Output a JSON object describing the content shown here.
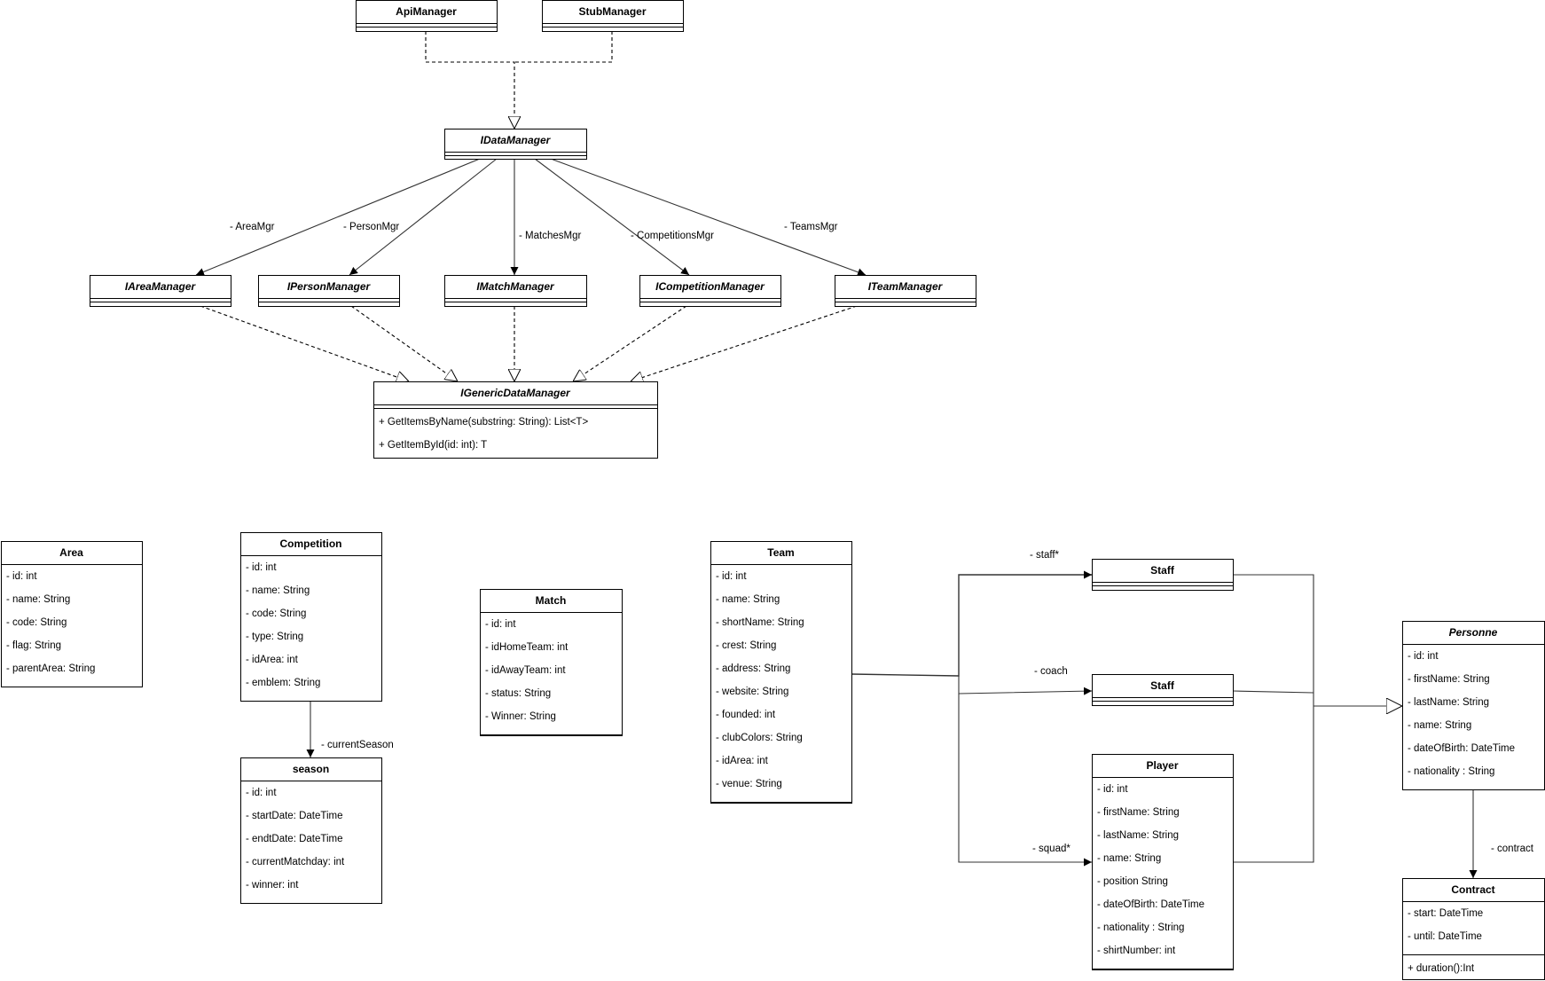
{
  "classes": [
    {
      "id": "ApiManager",
      "name": "ApiManager",
      "abstract": false,
      "attributes": [],
      "methods": []
    },
    {
      "id": "StubManager",
      "name": "StubManager",
      "abstract": false,
      "attributes": [],
      "methods": []
    },
    {
      "id": "IDataManager",
      "name": "IDataManager",
      "abstract": true,
      "attributes": [],
      "methods": []
    },
    {
      "id": "IAreaManager",
      "name": "IAreaManager",
      "abstract": true,
      "attributes": [],
      "methods": []
    },
    {
      "id": "IPersonManager",
      "name": "IPersonManager",
      "abstract": true,
      "attributes": [],
      "methods": []
    },
    {
      "id": "IMatchManager",
      "name": "IMatchManager",
      "abstract": true,
      "attributes": [],
      "methods": []
    },
    {
      "id": "ICompetitionManager",
      "name": "ICompetitionManager",
      "abstract": true,
      "attributes": [],
      "methods": []
    },
    {
      "id": "ITeamManager",
      "name": "ITeamManager",
      "abstract": true,
      "attributes": [],
      "methods": []
    },
    {
      "id": "IGenericDataManager",
      "name": "IGenericDataManager",
      "abstract": true,
      "attributes": [],
      "methods": [
        "+ GetItemsByName(substring: String): List<T>",
        "+ GetItemById(id: int): T"
      ]
    },
    {
      "id": "Area",
      "name": "Area",
      "abstract": false,
      "attributes": [
        "- id: int",
        "- name: String",
        "- code: String",
        "- flag: String",
        "- parentArea: String"
      ],
      "methods": []
    },
    {
      "id": "Competition",
      "name": "Competition",
      "abstract": false,
      "attributes": [
        "- id: int",
        "- name: String",
        "- code: String",
        "- type: String",
        "- idArea: int",
        "- emblem: String"
      ],
      "methods": []
    },
    {
      "id": "season",
      "name": "season",
      "abstract": false,
      "attributes": [
        "- id: int",
        "- startDate: DateTime",
        "- endtDate: DateTime",
        "- currentMatchday: int",
        "- winner: int"
      ],
      "methods": []
    },
    {
      "id": "Match",
      "name": "Match",
      "abstract": false,
      "attributes": [
        "- id: int",
        "- idHomeTeam: int",
        "- idAwayTeam: int",
        "- status: String",
        "- Winner: String"
      ],
      "methods": []
    },
    {
      "id": "Team",
      "name": "Team",
      "abstract": false,
      "attributes": [
        "- id: int",
        "- name: String",
        "- shortName: String",
        "- crest: String",
        "- address: String",
        "- website: String",
        "- founded: int",
        "- clubColors: String",
        "- idArea: int",
        "- venue: String"
      ],
      "methods": []
    },
    {
      "id": "Staff1",
      "name": "Staff",
      "abstract": false,
      "attributes": [],
      "methods": []
    },
    {
      "id": "Staff2",
      "name": "Staff",
      "abstract": false,
      "attributes": [],
      "methods": []
    },
    {
      "id": "Player",
      "name": "Player",
      "abstract": false,
      "attributes": [
        "- id: int",
        "- firstName: String",
        "- lastName: String",
        "- name: String",
        "- position String",
        "- dateOfBirth: DateTime",
        "- nationality : String",
        "- shirtNumber: int"
      ],
      "methods": []
    },
    {
      "id": "Personne",
      "name": "Personne",
      "abstract": true,
      "attributes": [
        "- id: int",
        "- firstName: String",
        "- lastName: String",
        "- name: String",
        "- dateOfBirth: DateTime",
        "- nationality : String"
      ],
      "methods": []
    },
    {
      "id": "Contract",
      "name": "Contract",
      "abstract": false,
      "attributes": [
        "- start: DateTime",
        "- until: DateTime"
      ],
      "methods": [
        "+ duration():Int"
      ]
    }
  ],
  "relations": [
    {
      "id": "api-impl",
      "type": "realization",
      "from": "ApiManager",
      "to": "IDataManager",
      "label": ""
    },
    {
      "id": "stub-impl",
      "type": "realization",
      "from": "StubManager",
      "to": "IDataManager",
      "label": ""
    },
    {
      "id": "area-mgr",
      "type": "association",
      "from": "IDataManager",
      "to": "IAreaManager",
      "label": "- AreaMgr"
    },
    {
      "id": "person-mgr",
      "type": "association",
      "from": "IDataManager",
      "to": "IPersonManager",
      "label": "- PersonMgr"
    },
    {
      "id": "matches-mgr",
      "type": "association",
      "from": "IDataManager",
      "to": "IMatchManager",
      "label": "- MatchesMgr"
    },
    {
      "id": "competitions-mgr",
      "type": "association",
      "from": "IDataManager",
      "to": "ICompetitionManager",
      "label": "- CompetitionsMgr"
    },
    {
      "id": "teams-mgr",
      "type": "association",
      "from": "IDataManager",
      "to": "ITeamManager",
      "label": "- TeamsMgr"
    },
    {
      "id": "area-generic",
      "type": "realization",
      "from": "IAreaManager",
      "to": "IGenericDataManager",
      "label": ""
    },
    {
      "id": "person-generic",
      "type": "realization",
      "from": "IPersonManager",
      "to": "IGenericDataManager",
      "label": ""
    },
    {
      "id": "match-generic",
      "type": "realization",
      "from": "IMatchManager",
      "to": "IGenericDataManager",
      "label": ""
    },
    {
      "id": "competition-generic",
      "type": "realization",
      "from": "ICompetitionManager",
      "to": "IGenericDataManager",
      "label": ""
    },
    {
      "id": "team-generic",
      "type": "realization",
      "from": "ITeamManager",
      "to": "IGenericDataManager",
      "label": ""
    },
    {
      "id": "current-season",
      "type": "association",
      "from": "Competition",
      "to": "season",
      "label": "- currentSeason"
    },
    {
      "id": "team-staff",
      "type": "association",
      "from": "Team",
      "to": "Staff1",
      "label": "- staff*"
    },
    {
      "id": "team-coach",
      "type": "association",
      "from": "Team",
      "to": "Staff2",
      "label": "- coach"
    },
    {
      "id": "team-squad",
      "type": "association",
      "from": "Team",
      "to": "Player",
      "label": "- squad*"
    },
    {
      "id": "persons-generalization",
      "type": "generalization",
      "from": "Staff1,Staff2,Player",
      "to": "Personne",
      "label": ""
    },
    {
      "id": "personne-contract",
      "type": "association",
      "from": "Personne",
      "to": "Contract",
      "label": "- contract"
    }
  ]
}
